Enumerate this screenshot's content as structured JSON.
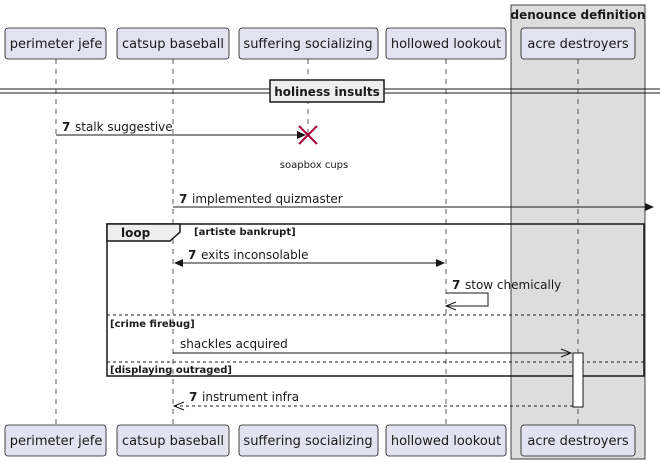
{
  "participants": [
    {
      "id": "p1",
      "label": "perimeter jefe"
    },
    {
      "id": "p2",
      "label": "catsup baseball"
    },
    {
      "id": "p3",
      "label": "suffering socializing"
    },
    {
      "id": "p4",
      "label": "hollowed lookout"
    },
    {
      "id": "p5",
      "label": "acre destroyers"
    }
  ],
  "box": {
    "title": "denounce definition"
  },
  "divider": {
    "label": "holiness insults"
  },
  "destroy_note": "soapbox cups",
  "loop": {
    "keyword": "loop",
    "condition": "[artiste bankrupt]",
    "else1": "[crime firebug]",
    "else2": "[displaying outraged]"
  },
  "messages": [
    {
      "num": "7",
      "text": "stalk suggestive"
    },
    {
      "num": "7",
      "text": "implemented quizmaster"
    },
    {
      "num": "7",
      "text": "exits inconsolable"
    },
    {
      "num": "7",
      "text": "stow chemically"
    },
    {
      "num": "",
      "text": "shackles acquired"
    },
    {
      "num": "7",
      "text": "instrument infra"
    }
  ],
  "colors": {
    "participant_fill": "#e2e2f0",
    "participant_stroke": "#181818",
    "box_fill": "#dddddd",
    "destroy_color": "#a80036",
    "lifeline": "#181818"
  }
}
